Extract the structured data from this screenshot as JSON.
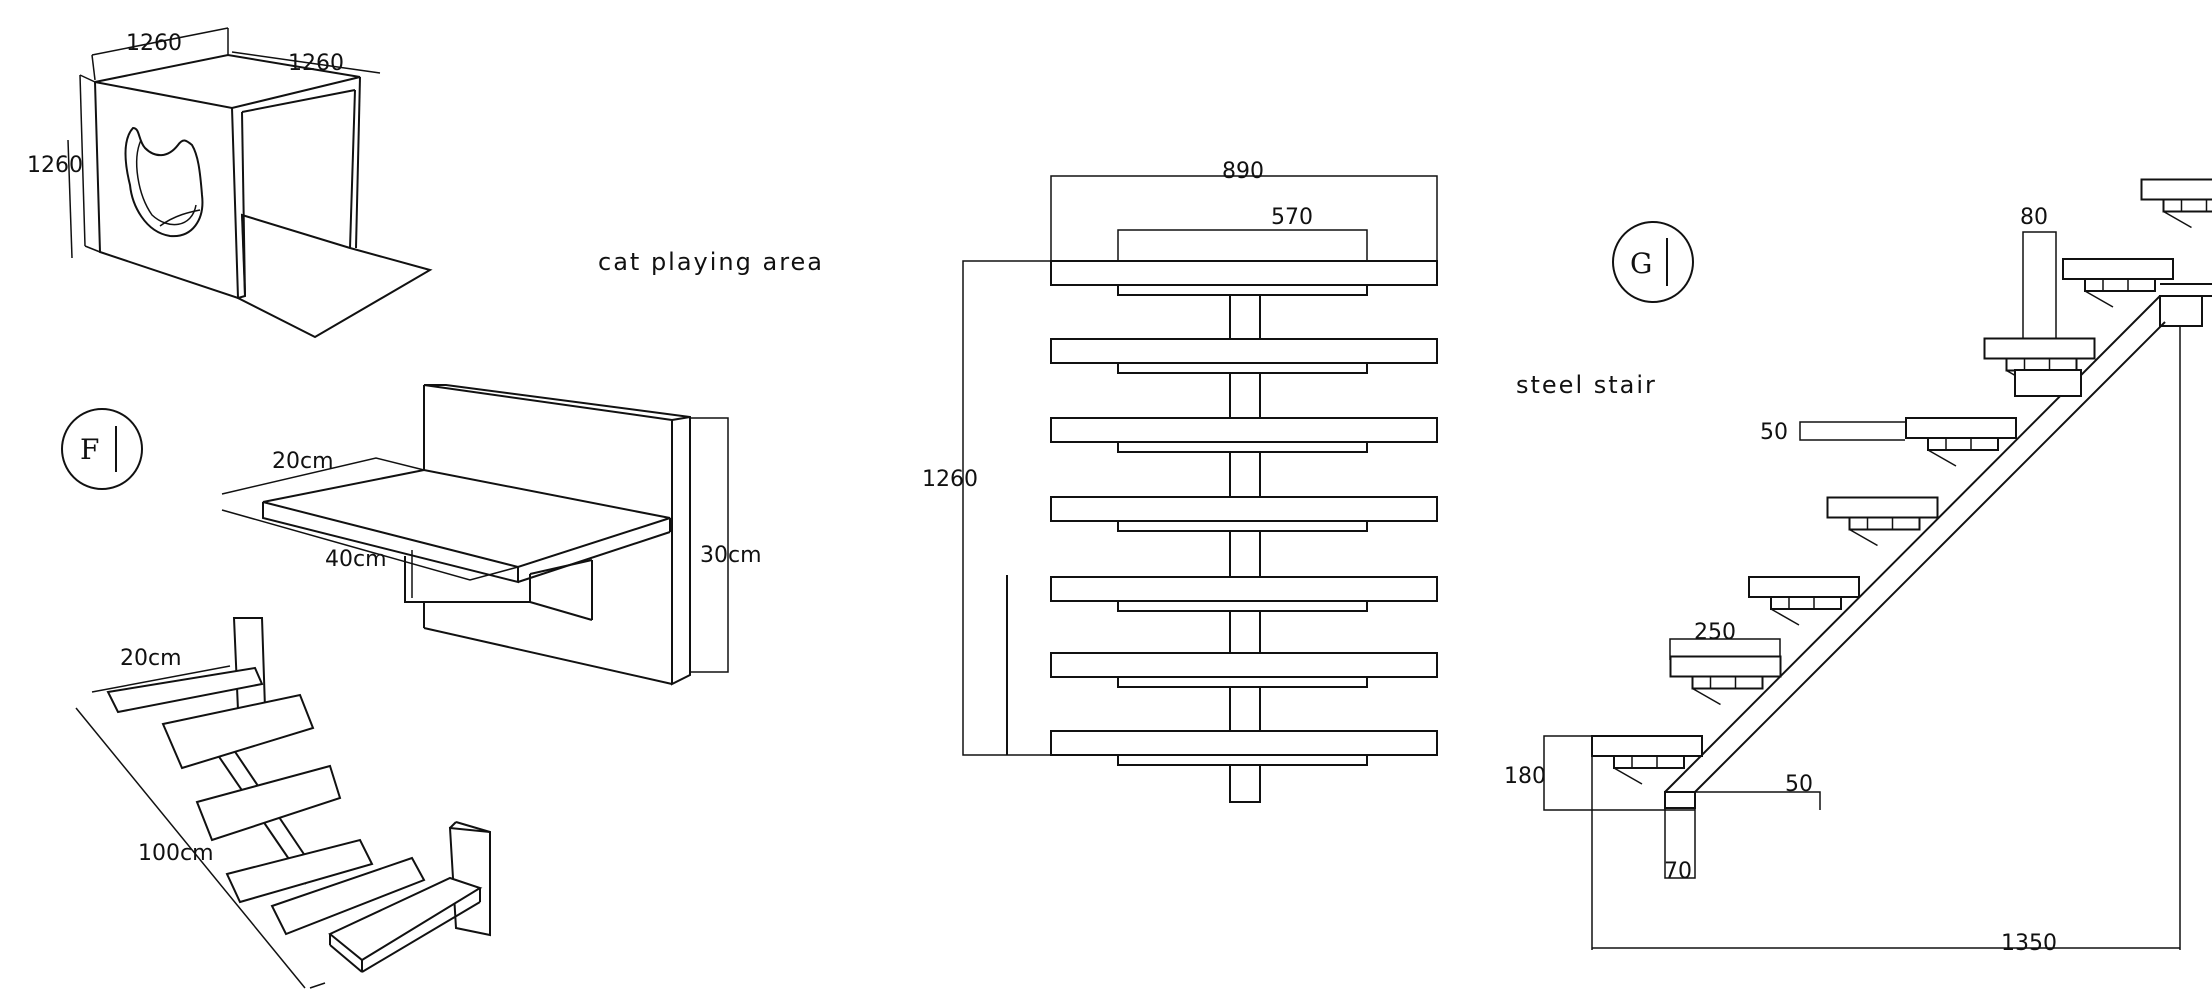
{
  "labels": {
    "cat_area": "cat playing area",
    "steel_stair": "steel stair",
    "tag_f": "F",
    "tag_g": "G"
  },
  "cube_dims": {
    "top": "1260",
    "depth": "1260",
    "height": "1260"
  },
  "shelf_dims": {
    "width": "20cm",
    "length": "40cm",
    "height": "30cm"
  },
  "ladder_dims": {
    "step": "20cm",
    "length": "100cm"
  },
  "stair_front_dims": {
    "overall": "890",
    "inner": "570",
    "height": "1260"
  },
  "stair_side_dims": {
    "post": "80",
    "tread_offset": "50",
    "tread_width": "250",
    "rise": "180",
    "base_offset": "50",
    "stringer": "70",
    "run": "1350"
  }
}
